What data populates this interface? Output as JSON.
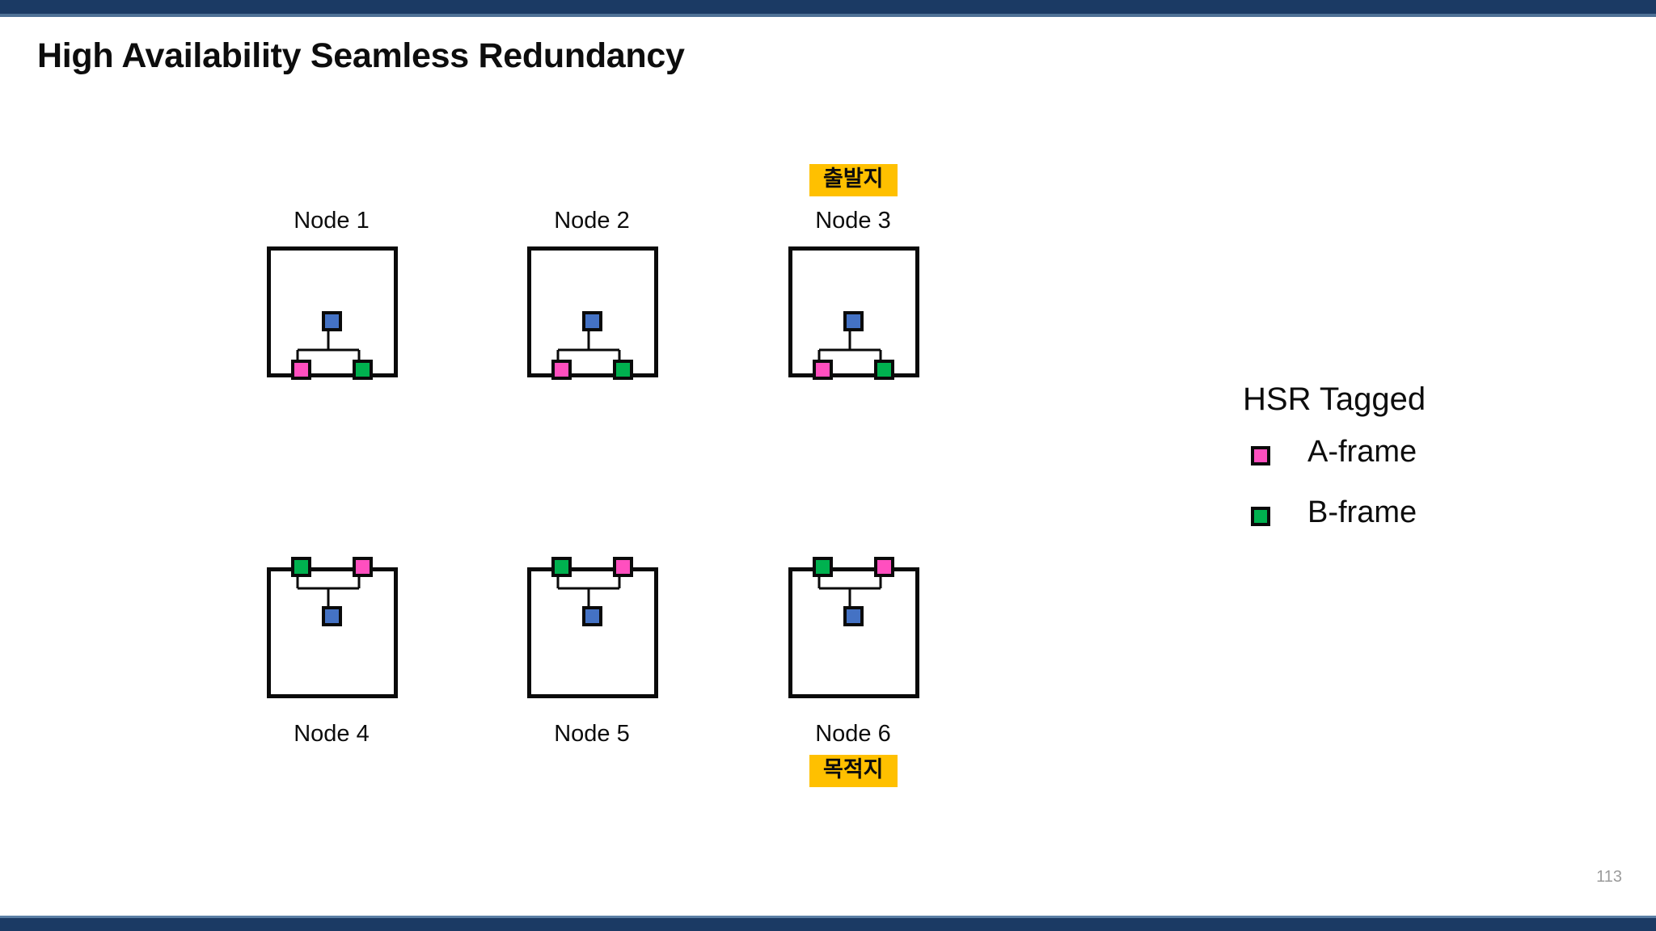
{
  "slide": {
    "title": "High Availability Seamless Redundancy",
    "page_number": "113",
    "bar_color": "#1b3a64",
    "bar_accent_color": "#4f7196"
  },
  "colors": {
    "blue_port": "#4472C4",
    "pink_port": "#FF4FBF",
    "green_port": "#00B14F",
    "highlight": "#FFC000",
    "outline": "#0A0A0A"
  },
  "diagram": {
    "top_row": [
      {
        "label": "Node 1",
        "left_port": "pink",
        "right_port": "green",
        "cpu_port": "blue"
      },
      {
        "label": "Node 2",
        "left_port": "pink",
        "right_port": "green",
        "cpu_port": "blue"
      },
      {
        "label": "Node 3",
        "left_port": "pink",
        "right_port": "green",
        "cpu_port": "blue"
      }
    ],
    "bottom_row": [
      {
        "label": "Node 4",
        "left_port": "green",
        "right_port": "pink",
        "cpu_port": "blue"
      },
      {
        "label": "Node 5",
        "left_port": "green",
        "right_port": "pink",
        "cpu_port": "blue"
      },
      {
        "label": "Node 6",
        "left_port": "green",
        "right_port": "pink",
        "cpu_port": "blue"
      }
    ],
    "tags": {
      "source": "출발지",
      "destination": "목적지"
    }
  },
  "legend": {
    "title": "HSR Tagged",
    "items": [
      {
        "label": "A-frame",
        "color_name": "pink"
      },
      {
        "label": "B-frame",
        "color_name": "green"
      }
    ]
  }
}
